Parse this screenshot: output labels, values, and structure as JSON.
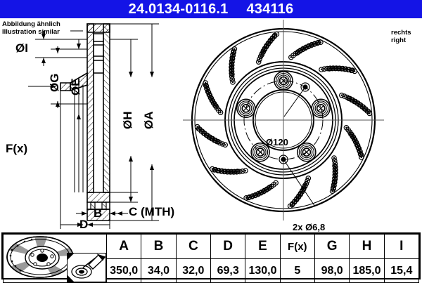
{
  "header": {
    "part_number": "24.0134-0116.1",
    "article_number": "434116",
    "background_color": "#1414e6",
    "text_color": "#ffffff"
  },
  "captions": {
    "illustration_de": "Abbildung ähnlich",
    "illustration_en": "Illustration similar",
    "side_de": "rechts",
    "side_en": "right"
  },
  "section_view": {
    "labels": {
      "inner_dia": "ØI",
      "pilot_dia": "ØG",
      "hub_dia": "ØE",
      "friction_dia": "ØH",
      "outer_dia": "ØA",
      "height_fx": "F(x)",
      "thickness_b": "B",
      "thickness_c": "C (MTH)",
      "overall_d": "D"
    }
  },
  "face_view": {
    "bolt_circle": "Ø120",
    "small_holes": "2x Ø6,8",
    "bolt_hole_count": 5,
    "small_hole_count": 2
  },
  "spec_table": {
    "headers": [
      "A",
      "B",
      "C",
      "D",
      "E",
      "F(x)",
      "G",
      "H",
      "I"
    ],
    "values": [
      "350,0",
      "34,0",
      "32,0",
      "69,3",
      "130,0",
      "5",
      "98,0",
      "185,0",
      "15,4"
    ]
  },
  "icons": {
    "product_photo": "brake-disc-photo-icon",
    "measure": "caliper-measure-icon"
  }
}
